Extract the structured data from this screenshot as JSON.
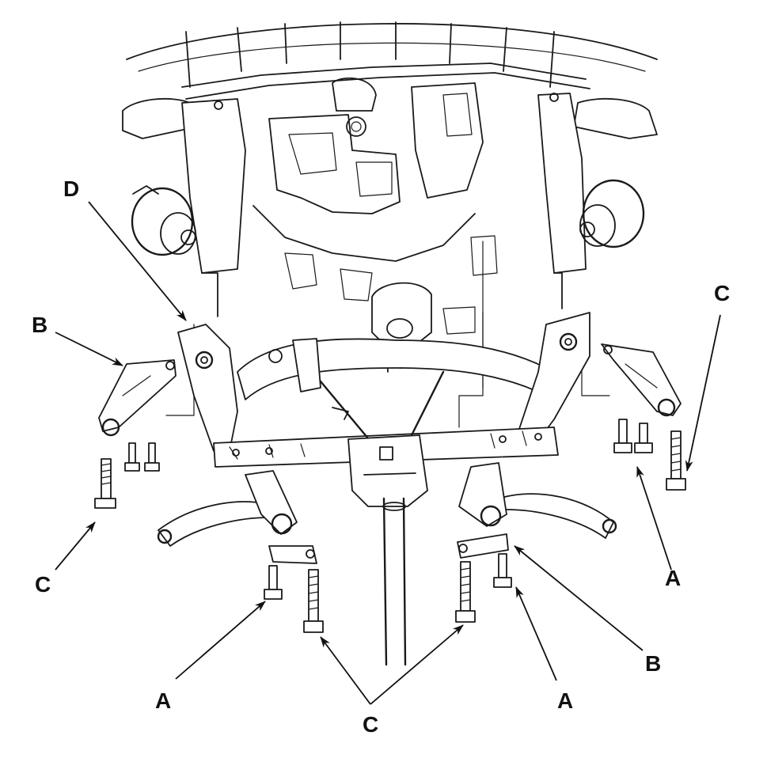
{
  "callouts": {
    "a1": "A",
    "a2": "A",
    "a3": "A",
    "b1": "B",
    "b2": "B",
    "c1": "C",
    "c2": "C",
    "c3": "C",
    "d1": "D"
  },
  "colors": {
    "ink": "#1a1a1a",
    "background": "#ffffff"
  }
}
